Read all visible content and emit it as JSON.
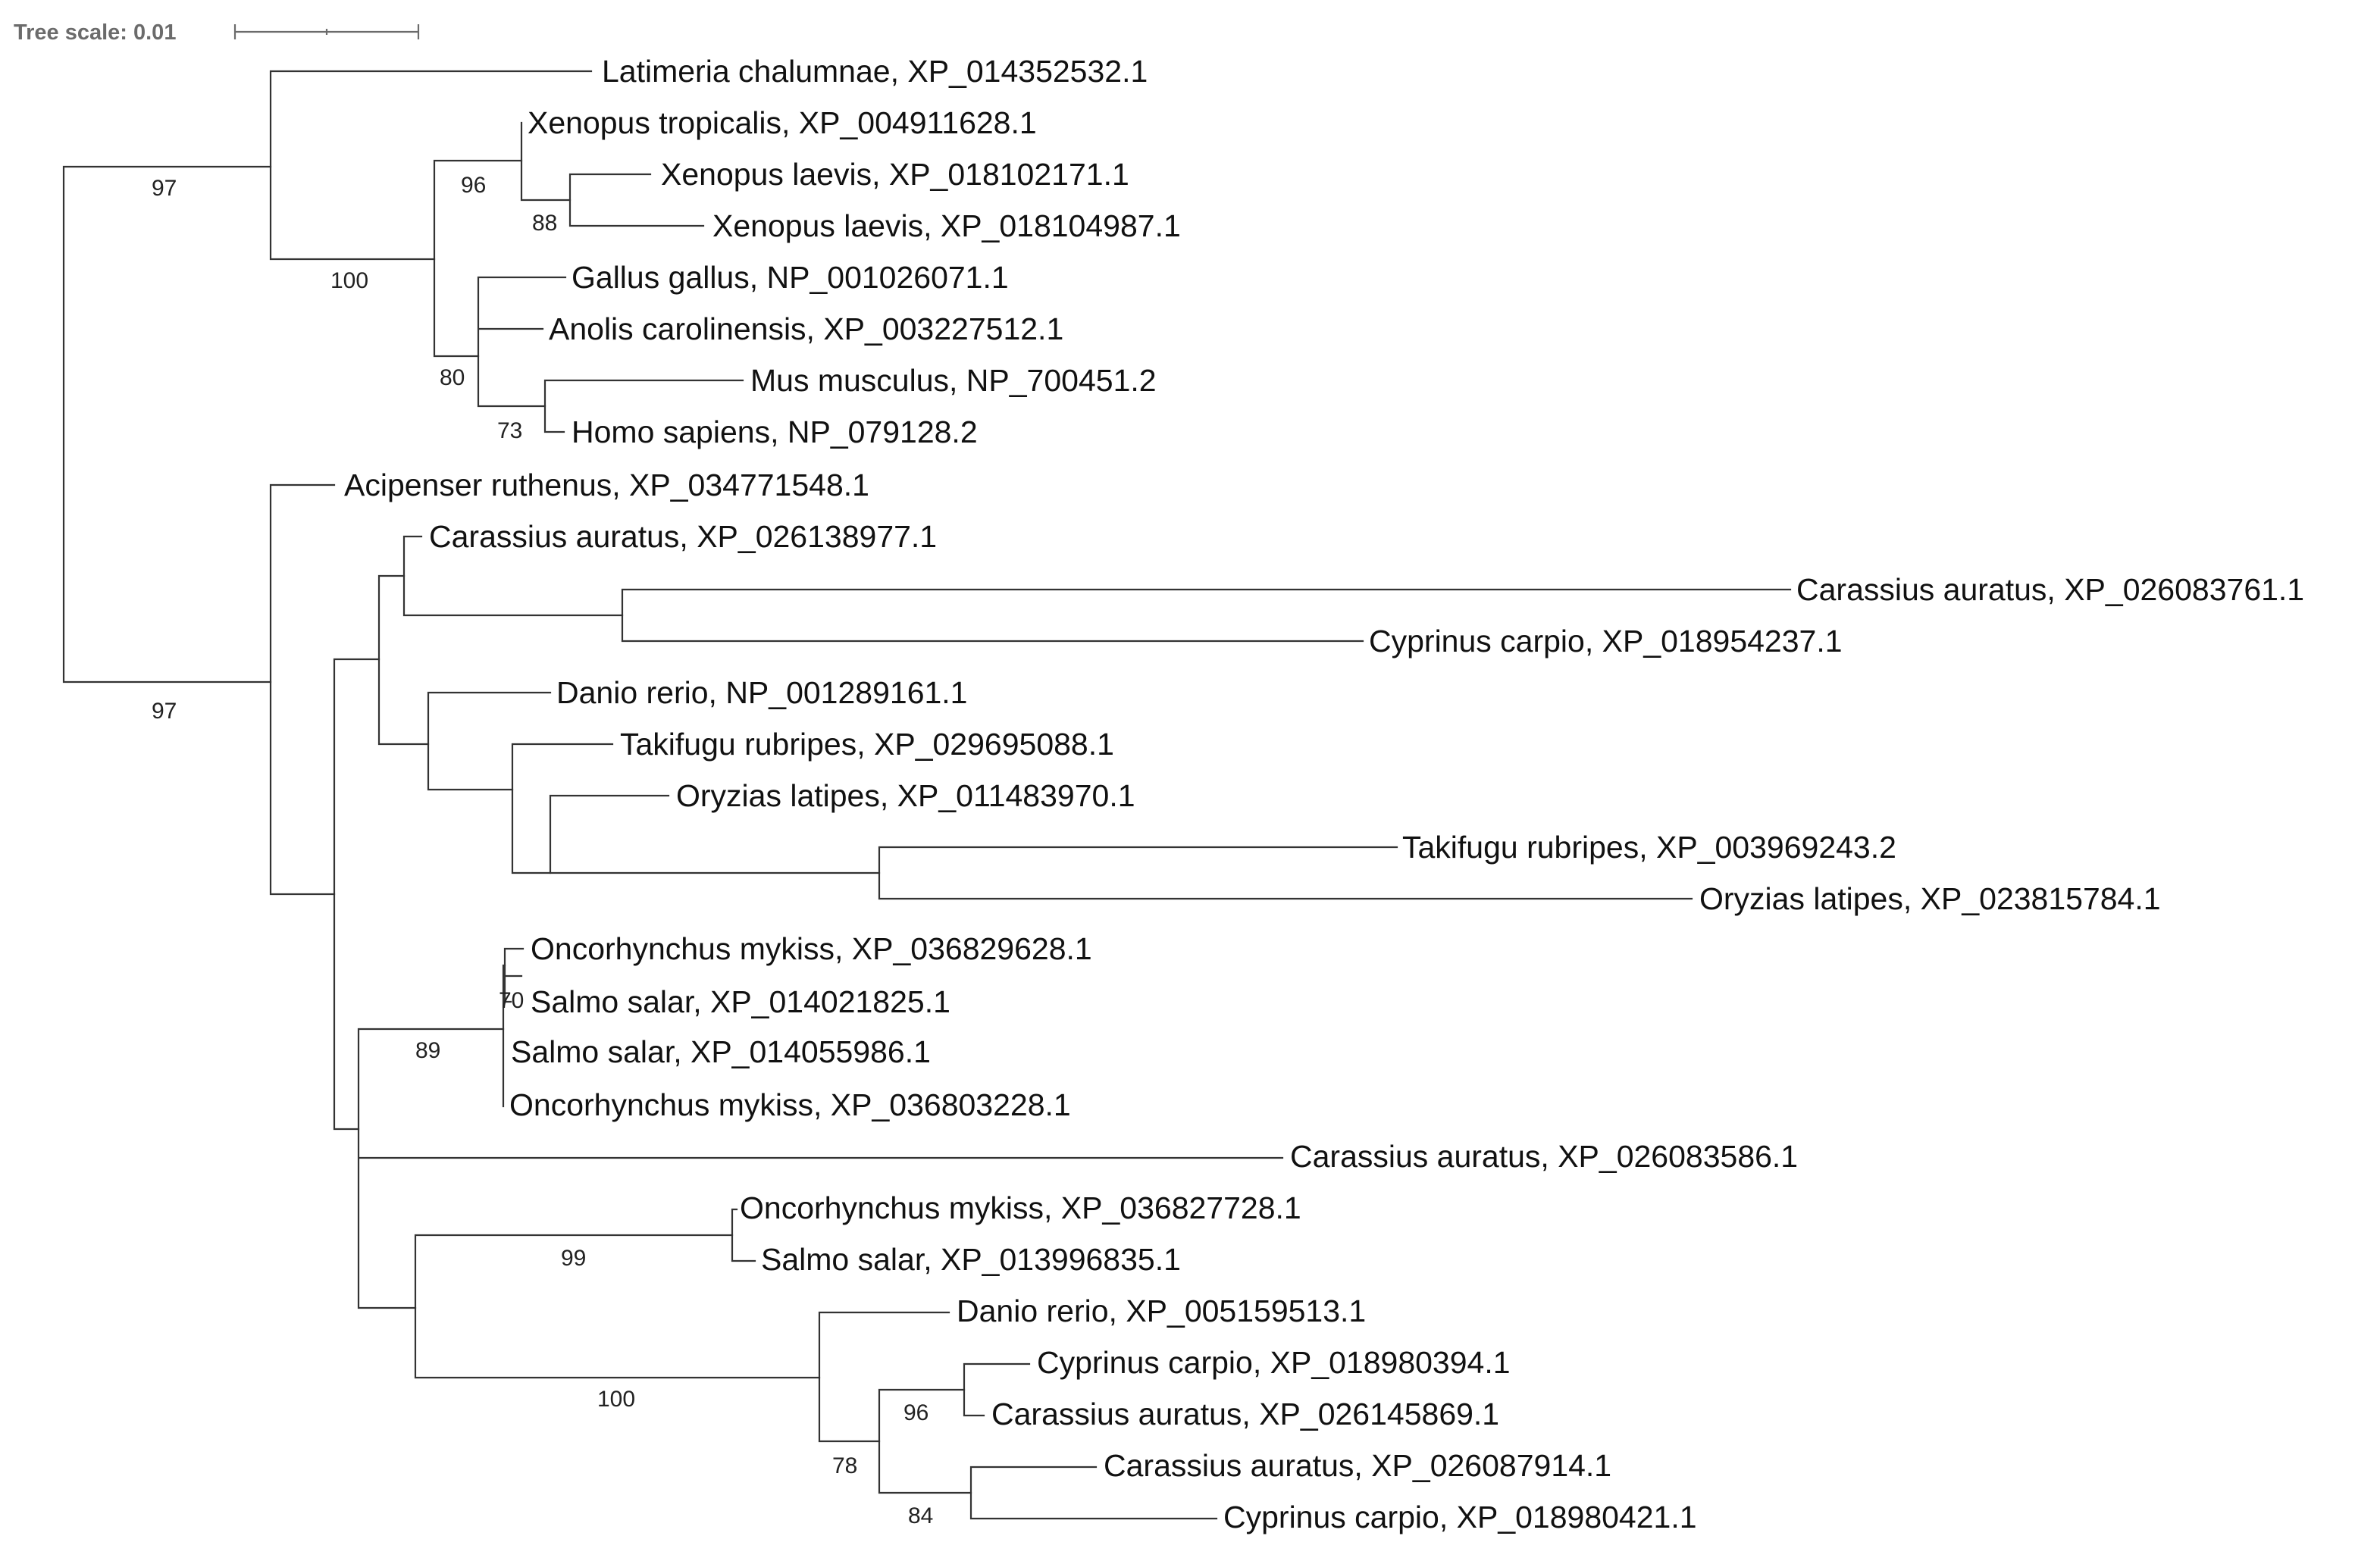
{
  "scale": {
    "label": "Tree scale: 0.01"
  },
  "leaves": [
    "Latimeria chalumnae, XP_014352532.1",
    "Xenopus tropicalis, XP_004911628.1",
    "Xenopus laevis, XP_018102171.1",
    "Xenopus laevis, XP_018104987.1",
    "Gallus gallus, NP_001026071.1",
    "Anolis carolinensis, XP_003227512.1",
    "Mus musculus, NP_700451.2",
    "Homo sapiens, NP_079128.2",
    "Acipenser ruthenus, XP_034771548.1",
    "Carassius auratus, XP_026138977.1",
    "Carassius auratus, XP_026083761.1",
    "Cyprinus carpio, XP_018954237.1",
    "Danio rerio, NP_001289161.1",
    "Takifugu rubripes, XP_029695088.1",
    "Oryzias latipes, XP_011483970.1",
    "Takifugu rubripes, XP_003969243.2",
    "Oryzias latipes, XP_023815784.1",
    "Oncorhynchus mykiss, XP_036829628.1",
    "Salmo salar, XP_014021825.1",
    "Salmo salar, XP_014055986.1",
    "Oncorhynchus mykiss, XP_036803228.1",
    "Carassius auratus, XP_026083586.1",
    "Oncorhynchus mykiss, XP_036827728.1",
    "Salmo salar, XP_013996835.1",
    "Danio rerio, XP_005159513.1",
    "Cyprinus carpio, XP_018980394.1",
    "Carassius auratus, XP_026145869.1",
    "Carassius auratus, XP_026087914.1",
    "Cyprinus carpio, XP_018980421.1"
  ],
  "support_values": [
    "97",
    "100",
    "96",
    "88",
    "80",
    "73",
    "97",
    "70",
    "89",
    "99",
    "100",
    "96",
    "78",
    "84"
  ]
}
